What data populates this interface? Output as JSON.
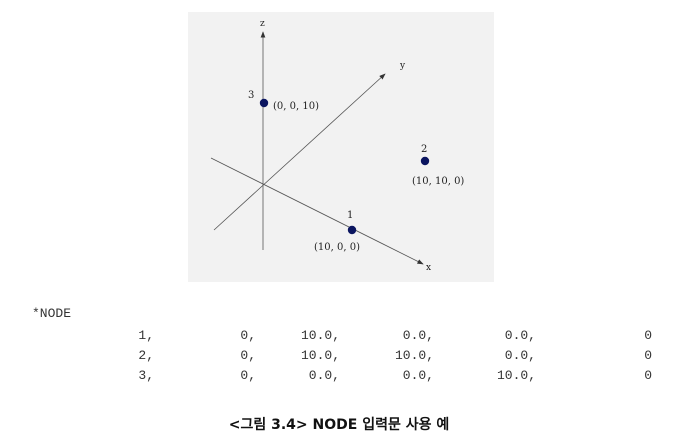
{
  "figure": {
    "axes": {
      "x": "x",
      "y": "y",
      "z": "z"
    },
    "nodes": [
      {
        "id": "1",
        "coord": "(10, 0, 0)"
      },
      {
        "id": "2",
        "coord": "(10, 10, 0)"
      },
      {
        "id": "3",
        "coord": "(0, 0, 10)"
      }
    ],
    "node_color": "#0b1560"
  },
  "node_card": {
    "keyword": "*NODE",
    "rows": [
      [
        "1,",
        "0,",
        "10.0,",
        "0.0,",
        "0.0,",
        "0"
      ],
      [
        "2,",
        "0,",
        "10.0,",
        "10.0,",
        "0.0,",
        "0"
      ],
      [
        "3,",
        "0,",
        "0.0,",
        "0.0,",
        "10.0,",
        "0"
      ]
    ]
  },
  "caption": "<그림 3.4> NODE 입력문 사용 예"
}
